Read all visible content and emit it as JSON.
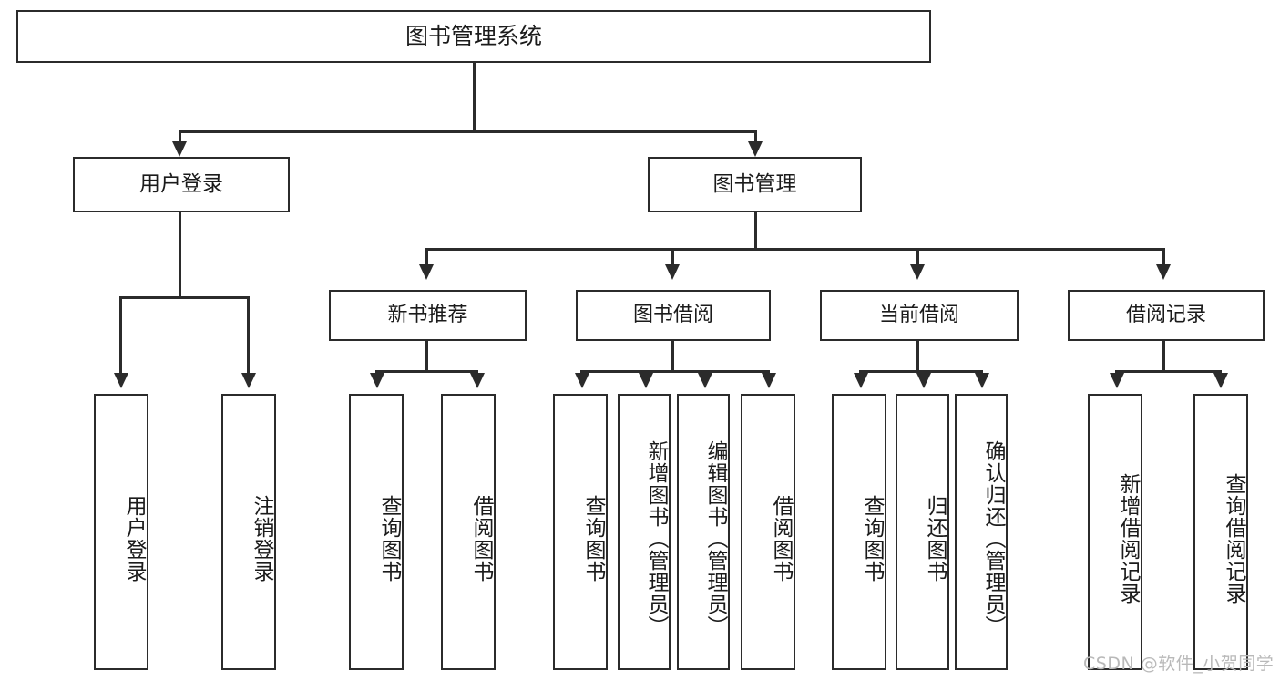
{
  "diagram": {
    "title": "图书管理系统",
    "watermark": "CSDN @软件_小贺同学",
    "type": "tree",
    "root": {
      "id": "root",
      "label": "图书管理系统"
    },
    "level1": [
      {
        "id": "user-login",
        "label": "用户登录"
      },
      {
        "id": "book-manage",
        "label": "图书管理"
      }
    ],
    "level2": [
      {
        "id": "new-book-recommend",
        "label": "新书推荐",
        "parent": "book-manage"
      },
      {
        "id": "book-borrow",
        "label": "图书借阅",
        "parent": "book-manage"
      },
      {
        "id": "current-borrow",
        "label": "当前借阅",
        "parent": "book-manage"
      },
      {
        "id": "borrow-record",
        "label": "借阅记录",
        "parent": "book-manage"
      }
    ],
    "leaves": [
      {
        "id": "leaf-user-login",
        "label": "用户登录",
        "parent": "user-login"
      },
      {
        "id": "leaf-user-logout",
        "label": "注销登录",
        "parent": "user-login"
      },
      {
        "id": "leaf-query-book-1",
        "label": "查询图书",
        "parent": "new-book-recommend"
      },
      {
        "id": "leaf-borrow-book-1",
        "label": "借阅图书",
        "parent": "new-book-recommend"
      },
      {
        "id": "leaf-query-book-2",
        "label": "查询图书",
        "parent": "book-borrow"
      },
      {
        "id": "leaf-add-book",
        "label": "新增图书（管理员）",
        "parent": "book-borrow"
      },
      {
        "id": "leaf-edit-book",
        "label": "编辑图书（管理员）",
        "parent": "book-borrow"
      },
      {
        "id": "leaf-borrow-book-2",
        "label": "借阅图书",
        "parent": "book-borrow"
      },
      {
        "id": "leaf-query-book-3",
        "label": "查询图书",
        "parent": "current-borrow"
      },
      {
        "id": "leaf-return-book",
        "label": "归还图书",
        "parent": "current-borrow"
      },
      {
        "id": "leaf-confirm-return",
        "label": "确认归还（管理员）",
        "parent": "current-borrow"
      },
      {
        "id": "leaf-add-record",
        "label": "新增借阅记录",
        "parent": "borrow-record"
      },
      {
        "id": "leaf-query-record",
        "label": "查询借阅记录",
        "parent": "borrow-record"
      }
    ],
    "colors": {
      "border": "#2b2b2b",
      "background": "#ffffff",
      "text": "#1b1b1b",
      "watermark": "#b9b9b9"
    }
  }
}
